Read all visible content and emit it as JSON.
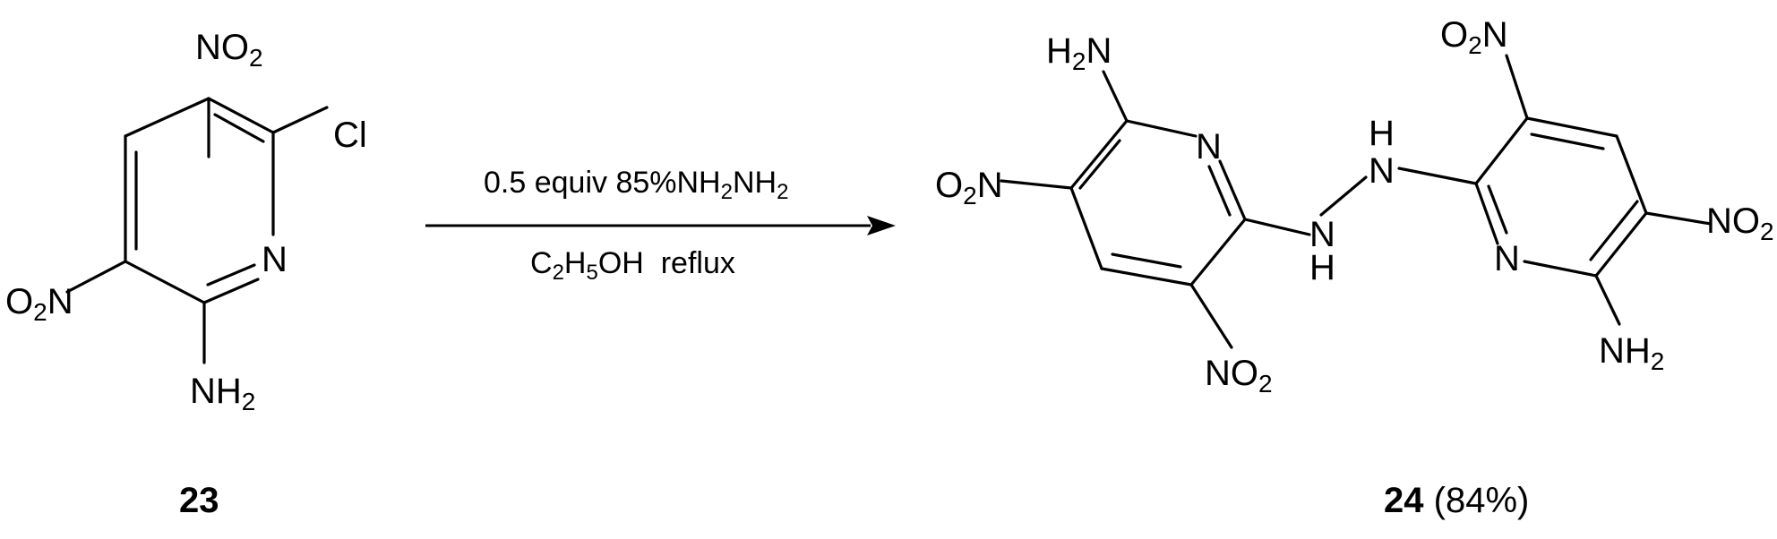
{
  "reactant": {
    "compound_number": "23",
    "atoms": {
      "nitro_top": {
        "main": "NO",
        "sub": "2"
      },
      "chloro": "Cl",
      "ring_n": "N",
      "nitro_left": {
        "main": "O",
        "sub": "2",
        "tail": "N"
      },
      "amino": {
        "main": "NH",
        "sub": "2"
      }
    }
  },
  "conditions": {
    "line1": {
      "prefix": "0.5 equiv 85%NH",
      "sub1": "2",
      "mid": "NH",
      "sub2": "2"
    },
    "line2": {
      "p1": "C",
      "s1": "2",
      "p2": "H",
      "s2": "5",
      "p3": "OH  reflux"
    }
  },
  "product": {
    "compound_number": "24",
    "yield": "(84%)",
    "atoms": {
      "amino_top": {
        "main": "H",
        "sub": "2",
        "tail": "N"
      },
      "ring_n_left": "N",
      "nitro_left": {
        "main": "O",
        "sub": "2",
        "tail": "N"
      },
      "nitro_bottom": {
        "main": "NO",
        "sub": "2"
      },
      "hydrazine_h_top": "H",
      "hydrazine_n_top": "N",
      "hydrazine_n_bottom": "N",
      "hydrazine_h_bottom": "H",
      "nitro_top_right": {
        "main": "O",
        "sub": "2",
        "tail": "N"
      },
      "nitro_right": {
        "main": "NO",
        "sub": "2"
      },
      "ring_n_right": "N",
      "amino_bottom": {
        "main": "NH",
        "sub": "2"
      }
    }
  }
}
